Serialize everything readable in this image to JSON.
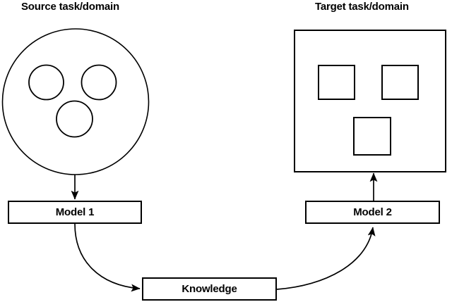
{
  "diagram": {
    "title_source": "Source task/domain",
    "title_target": "Target task/domain",
    "nodes": {
      "model1": "Model 1",
      "model2": "Model 2",
      "knowledge": "Knowledge"
    },
    "shapes": {
      "source_container": "circle",
      "source_items": [
        "circle",
        "circle",
        "circle"
      ],
      "target_container": "square",
      "target_items": [
        "square",
        "square",
        "square"
      ]
    },
    "edges": [
      {
        "from": "source-domain-circle",
        "to": "model1",
        "style": "straight-arrow"
      },
      {
        "from": "model1",
        "to": "knowledge",
        "style": "curved-arrow"
      },
      {
        "from": "knowledge",
        "to": "model2",
        "style": "curved-arrow"
      },
      {
        "from": "model2",
        "to": "target-domain-square",
        "style": "straight-arrow"
      }
    ],
    "colors": {
      "stroke": "#000000",
      "fill": "#ffffff",
      "text": "#000000"
    }
  }
}
